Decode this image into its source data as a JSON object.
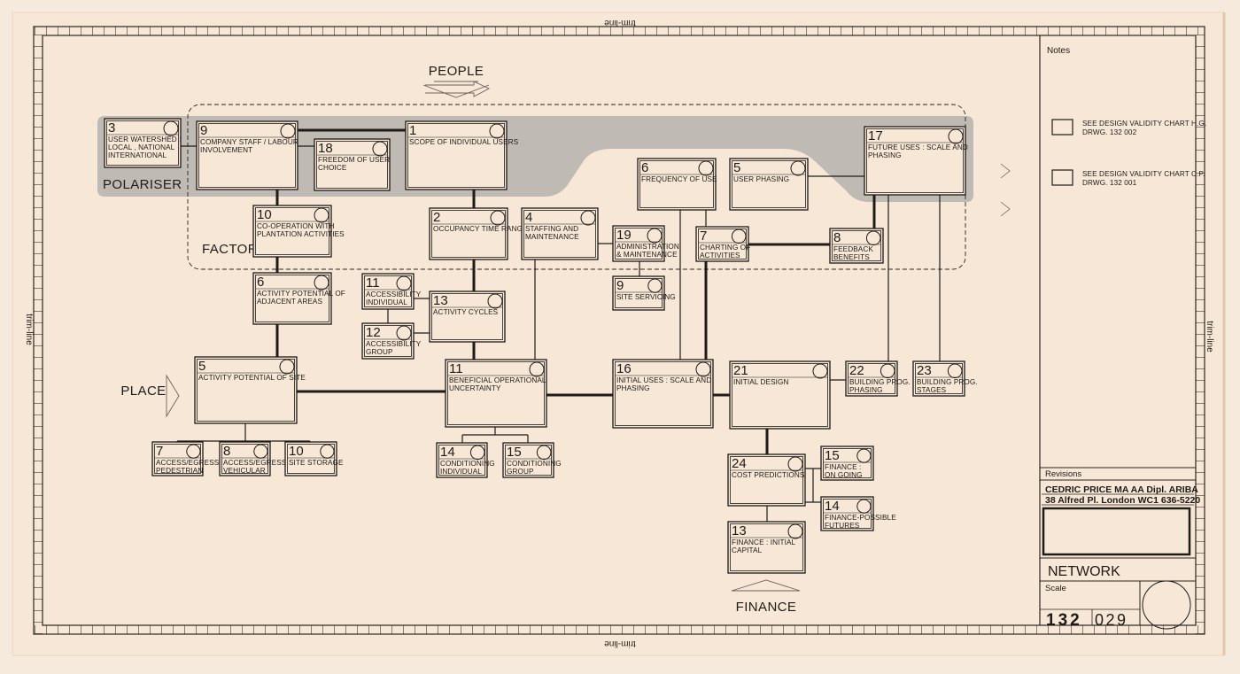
{
  "diagram": {
    "heading_people": "PEOPLE",
    "heading_place": "PLACE",
    "heading_finance": "FINANCE",
    "label_polariser": "POLARISER",
    "label_factor": "FACTOR",
    "boxes": [
      {
        "id": "b3",
        "num": "3",
        "lines": [
          "USER WATERSHED :",
          "LOCAL , NATIONAL",
          "INTERNATIONAL"
        ]
      },
      {
        "id": "b9a",
        "num": "9",
        "lines": [
          "COMPANY STAFF / LABOUR",
          "INVOLVEMENT"
        ]
      },
      {
        "id": "b18",
        "num": "18",
        "lines": [
          "FREEDOM OF USER",
          "CHOICE"
        ]
      },
      {
        "id": "b1",
        "num": "1",
        "lines": [
          "SCOPE OF INDIVIDUAL USERS"
        ]
      },
      {
        "id": "b6a",
        "num": "6",
        "lines": [
          "FREQUENCY OF USE"
        ]
      },
      {
        "id": "b5a",
        "num": "5",
        "lines": [
          "USER PHASING"
        ]
      },
      {
        "id": "b17",
        "num": "17",
        "lines": [
          "FUTURE USES : SCALE AND",
          "PHASING"
        ]
      },
      {
        "id": "b10a",
        "num": "10",
        "lines": [
          "CO-OPERATION WITH",
          "PLANTATION ACTIVITIES"
        ]
      },
      {
        "id": "b2",
        "num": "2",
        "lines": [
          "OCCUPANCY TIME RANGE"
        ]
      },
      {
        "id": "b4",
        "num": "4",
        "lines": [
          "STAFFING AND",
          "MAINTENANCE"
        ]
      },
      {
        "id": "b19",
        "num": "19",
        "lines": [
          "ADMINISTRATION",
          "& MAINTENANCE"
        ]
      },
      {
        "id": "b7a",
        "num": "7",
        "lines": [
          "CHARTING OF",
          "ACTIVITIES"
        ]
      },
      {
        "id": "b8a",
        "num": "8",
        "lines": [
          "FEEDBACK",
          "BENEFITS"
        ]
      },
      {
        "id": "b6b",
        "num": "6",
        "lines": [
          "ACTIVITY POTENTIAL OF",
          "ADJACENT AREAS"
        ]
      },
      {
        "id": "b11a",
        "num": "11",
        "lines": [
          "ACCESSIBILITY",
          "INDIVIDUAL"
        ]
      },
      {
        "id": "b13a",
        "num": "13",
        "lines": [
          "ACTIVITY CYCLES"
        ]
      },
      {
        "id": "b9b",
        "num": "9",
        "lines": [
          "SITE SERVICING"
        ]
      },
      {
        "id": "b12",
        "num": "12",
        "lines": [
          "ACCESSIBILITY",
          "GROUP"
        ]
      },
      {
        "id": "b5b",
        "num": "5",
        "lines": [
          "ACTIVITY POTENTIAL OF SITE"
        ]
      },
      {
        "id": "b11b",
        "num": "11",
        "lines": [
          "BENEFICIAL OPERATIONAL",
          "UNCERTAINTY"
        ]
      },
      {
        "id": "b16",
        "num": "16",
        "lines": [
          "INITIAL USES : SCALE AND",
          "PHASING"
        ]
      },
      {
        "id": "b21",
        "num": "21",
        "lines": [
          "INITIAL DESIGN"
        ]
      },
      {
        "id": "b22",
        "num": "22",
        "lines": [
          "BUILDING PROG.",
          "PHASING"
        ]
      },
      {
        "id": "b23",
        "num": "23",
        "lines": [
          "BUILDING PROG.",
          "STAGES"
        ]
      },
      {
        "id": "b7b",
        "num": "7",
        "lines": [
          "ACCESS/EGRESS",
          "PEDESTRIAN"
        ]
      },
      {
        "id": "b8b",
        "num": "8",
        "lines": [
          "ACCESS/EGRESS",
          "VEHICULAR"
        ]
      },
      {
        "id": "b10b",
        "num": "10",
        "lines": [
          "SITE STORAGE"
        ]
      },
      {
        "id": "b14a",
        "num": "14",
        "lines": [
          "CONDITIONING",
          "INDIVIDUAL"
        ]
      },
      {
        "id": "b15a",
        "num": "15",
        "lines": [
          "CONDITIONING",
          "GROUP"
        ]
      },
      {
        "id": "b24",
        "num": "24",
        "lines": [
          "COST PREDICTIONS"
        ]
      },
      {
        "id": "b15b",
        "num": "15",
        "lines": [
          "FINANCE :",
          "ON GOING"
        ]
      },
      {
        "id": "b14b",
        "num": "14",
        "lines": [
          "FINANCE-POSSIBLE",
          "FUTURES"
        ]
      },
      {
        "id": "b13b",
        "num": "13",
        "lines": [
          "FINANCE : INITIAL",
          "CAPITAL"
        ]
      }
    ]
  },
  "title_block": {
    "notes_title": "Notes",
    "note1": [
      "SEE DESIGN VALIDITY CHART H.G.",
      "DRWG. 132 002"
    ],
    "note2": [
      "SEE DESIGN VALIDITY CHART C.P.",
      "DRWG. 132 001"
    ],
    "revisions_title": "Revisions",
    "architect_line1": "CEDRIC PRICE MA AA Dipl. ARIBA",
    "architect_line2": "38 Alfred Pl. London WC1 636-5220",
    "drawing_title": "NETWORK",
    "scale_label": "Scale",
    "drawing_number_a": "132",
    "drawing_number_b": "029"
  },
  "margin_marks": {
    "trim_line": "trim-line"
  }
}
